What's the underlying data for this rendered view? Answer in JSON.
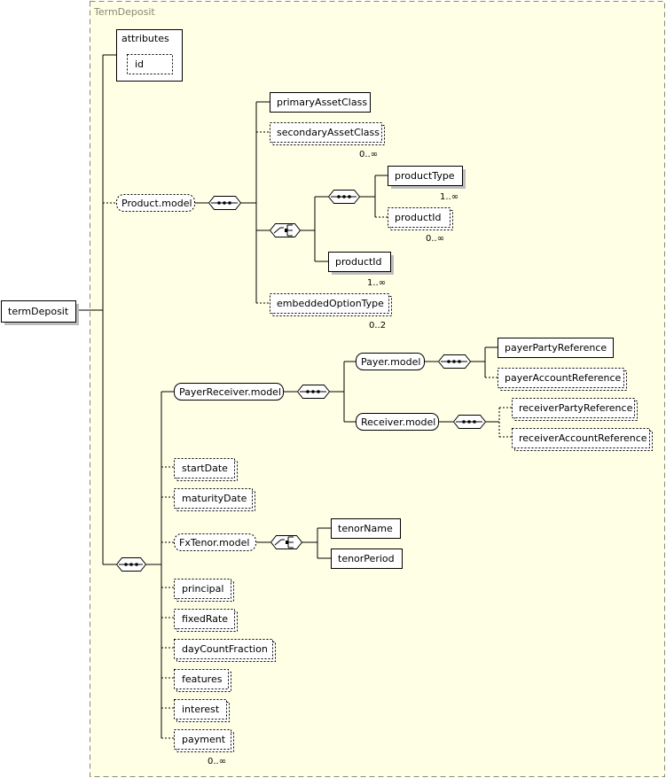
{
  "group": {
    "title": "TermDeposit"
  },
  "root": {
    "label": "termDeposit"
  },
  "attributes": {
    "title": "attributes",
    "id_label": "id"
  },
  "product": {
    "model_label": "Product.model",
    "primary_asset_class": "primaryAssetClass",
    "secondary_asset_class": "secondaryAssetClass",
    "secondary_asset_class_occ": "0..∞",
    "product_type": "productType",
    "product_type_occ": "1..∞",
    "product_id_a": "productId",
    "product_id_a_occ": "0..∞",
    "product_id_b": "productId",
    "product_id_b_occ": "1..∞",
    "embedded_option_type": "embeddedOptionType",
    "embedded_option_type_occ": "0..2"
  },
  "payer_receiver": {
    "model_label": "PayerReceiver.model",
    "payer_model_label": "Payer.model",
    "payer_party_reference": "payerPartyReference",
    "payer_account_reference": "payerAccountReference",
    "receiver_model_label": "Receiver.model",
    "receiver_party_reference": "receiverPartyReference",
    "receiver_account_reference": "receiverAccountReference"
  },
  "fields": {
    "start_date": "startDate",
    "maturity_date": "maturityDate",
    "fx_tenor_model": "FxTenor.model",
    "tenor_name": "tenorName",
    "tenor_period": "tenorPeriod",
    "principal": "principal",
    "fixed_rate": "fixedRate",
    "day_count_fraction": "dayCountFraction",
    "features": "features",
    "interest": "interest",
    "payment": "payment",
    "payment_occ": "0..∞"
  }
}
